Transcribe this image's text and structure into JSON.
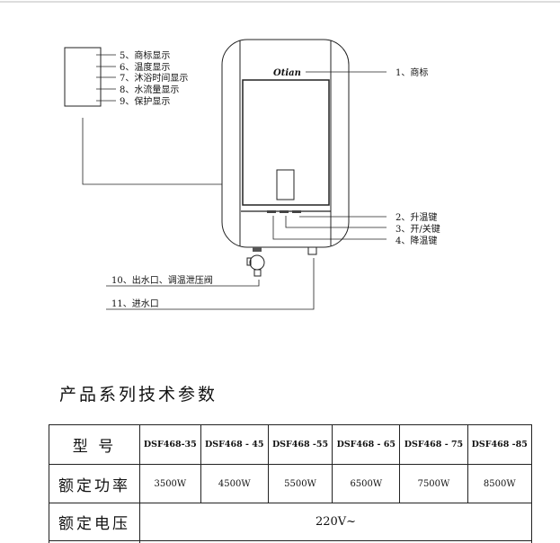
{
  "diagram": {
    "brand": "Otian",
    "callouts": {
      "c1": "1、商标",
      "c2": "2、升温键",
      "c3": "3、开/关键",
      "c4": "4、降温键",
      "c5": "5、商标显示",
      "c6": "6、温度显示",
      "c7": "7、沐浴时间显示",
      "c8": "8、水流量显示",
      "c9": "9、保护显示",
      "c10": "10、出水口、调温泄压阀",
      "c11": "11、进水口"
    }
  },
  "section_title": "产品系列技术参数",
  "table": {
    "model_label": "型 号",
    "models": [
      "DSF468-35",
      "DSF468 - 45",
      "DSF468 -55",
      "DSF468 - 65",
      "DSF468 - 75",
      "DSF468 -85"
    ],
    "power_label": "额定功率",
    "powers": [
      "3500W",
      "4500W",
      "5500W",
      "6500W",
      "7500W",
      "8500W"
    ],
    "voltage_label": "额定电压",
    "voltage": "220V~"
  }
}
